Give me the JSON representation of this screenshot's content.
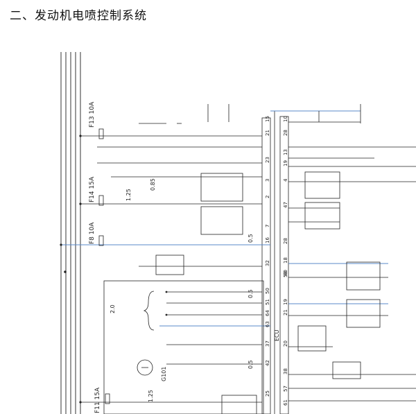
{
  "heading": "二、发动机电喷控制系统",
  "fuses": {
    "f13_id": "F13",
    "f13_rating": "10A",
    "f14_id": "F14",
    "f14_rating": "15A",
    "f8_id": "F8",
    "f8_rating": "10A",
    "f11_id": "F11",
    "f11_rating": "15A"
  },
  "connectors": {
    "g101": "G101",
    "ecu": "ECU"
  },
  "wire_labels": {
    "w1": "1.25",
    "w2": "0.85",
    "w3": "2.0",
    "w4": "1.25",
    "w5": "0.5",
    "w6": "0.5",
    "w7": "0.5"
  },
  "pins_left": [
    "15",
    "21",
    "23",
    "3",
    "2",
    "7",
    "16",
    "32",
    "50",
    "51",
    "64",
    "63",
    "37",
    "42",
    "25"
  ],
  "pins_right": [
    "10",
    "28",
    "13",
    "19",
    "4",
    "47",
    "40",
    "28",
    "18",
    "59",
    "19",
    "21",
    "20",
    "38",
    "57",
    "61"
  ]
}
